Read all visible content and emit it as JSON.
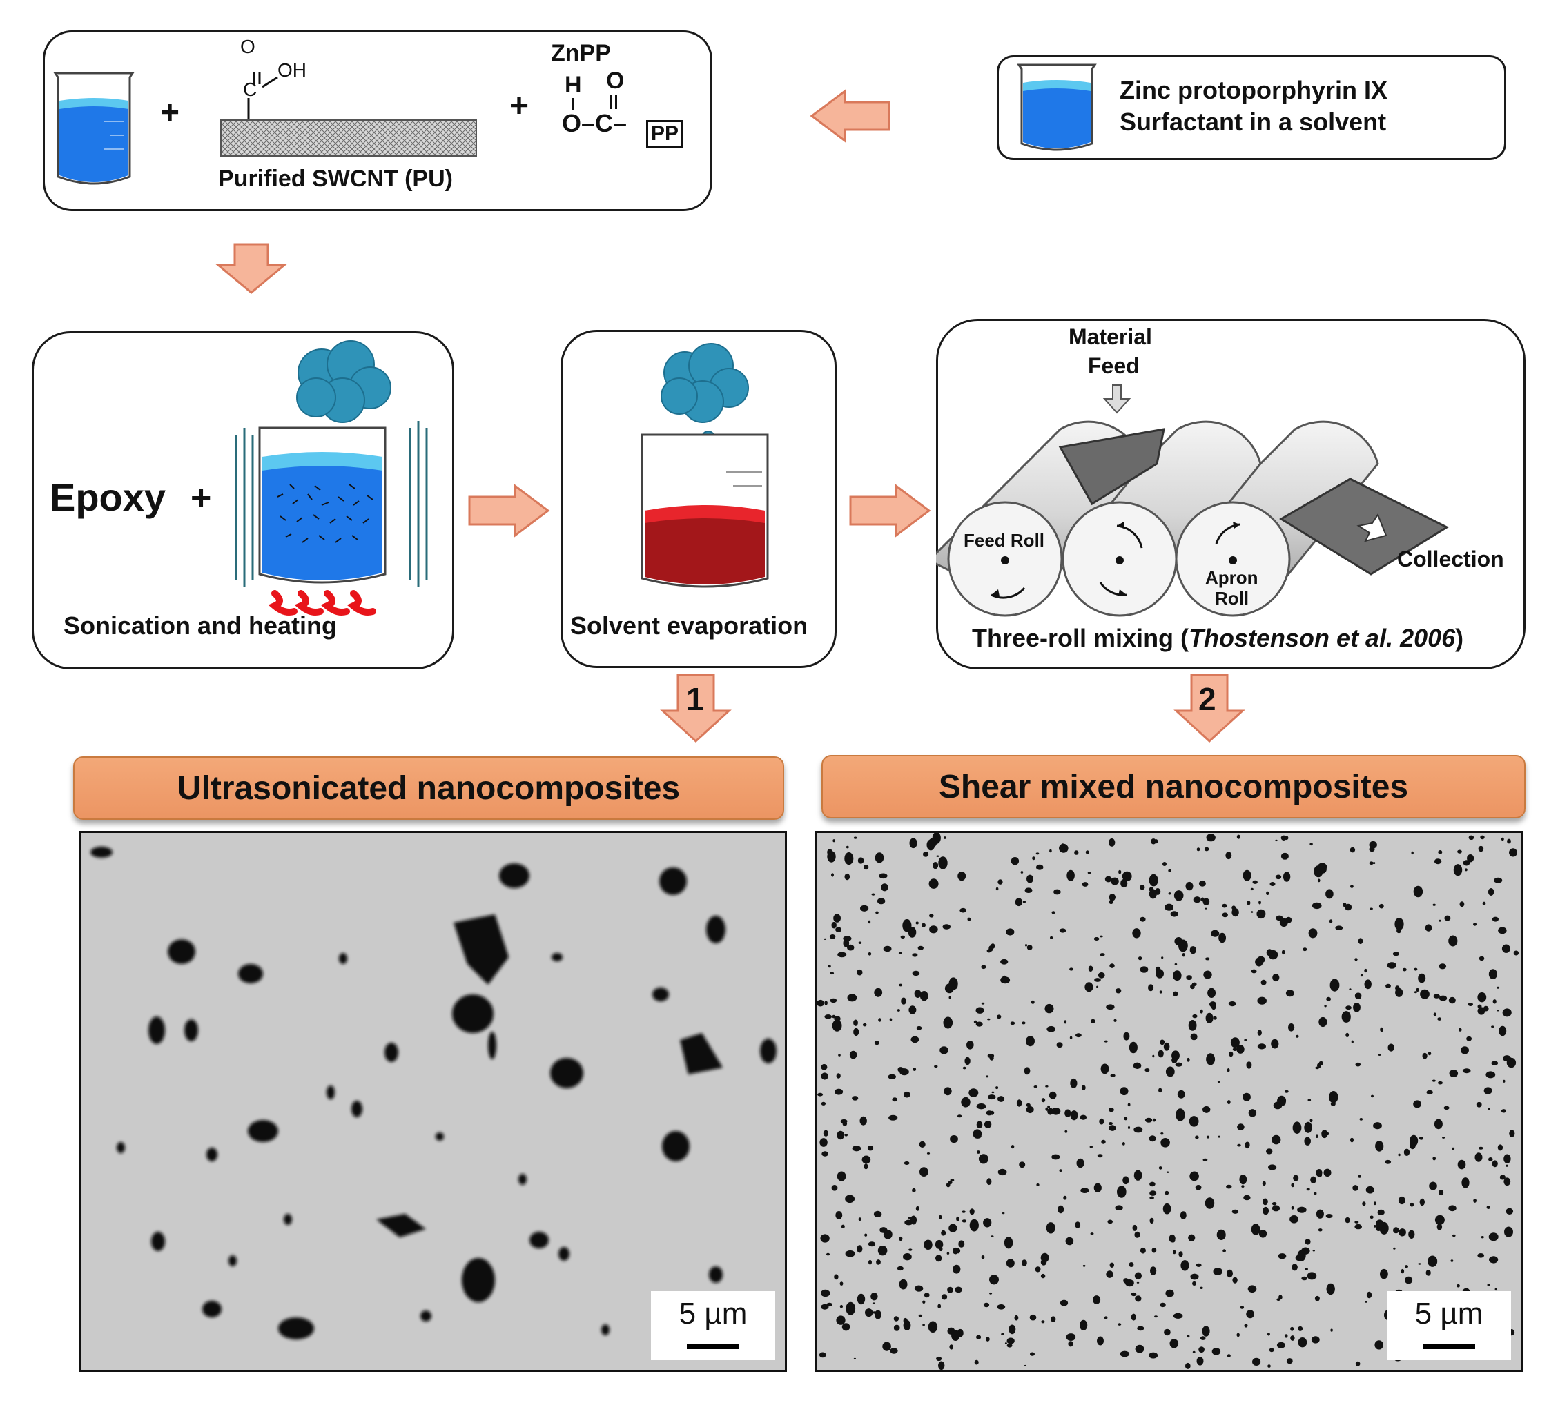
{
  "top_box": {
    "plus": "+",
    "carbonyl_o": "O",
    "carbonyl_oh": "OH",
    "carbonyl_c": "C",
    "swcnt_label": "Purified SWCNT (PU)",
    "znpp_label": "ZnPP",
    "znpp_h": "H",
    "znpp_o_top": "O",
    "znpp_oc": "O–C–",
    "znpp_pp": "PP"
  },
  "surfactant_box": {
    "line1": "Zinc protoporphyrin IX",
    "line2": "Surfactant in a solvent"
  },
  "sonication": {
    "epoxy": "Epoxy",
    "plus": "+",
    "caption": "Sonication and heating"
  },
  "evaporation": {
    "caption": "Solvent evaporation"
  },
  "three_roll": {
    "feed_line1": "Material",
    "feed_line2": "Feed",
    "feed_roll": "Feed Roll",
    "apron_line1": "Apron",
    "apron_line2": "Roll",
    "collection": "Collection",
    "caption_prefix": "Three-roll mixing (",
    "caption_cite": "Thostenson et al. 2006",
    "caption_suffix": ")"
  },
  "route1": {
    "number": "1",
    "title": "Ultrasonicated nanocomposites",
    "scale": "5 µm"
  },
  "route2": {
    "number": "2",
    "title": "Shear mixed nanocomposites",
    "scale": "5 µm"
  },
  "colors": {
    "arrow_fill": "#f6b59a",
    "arrow_stroke": "#d9795b",
    "liquid_blue": "#1f78e8",
    "mixture_red": "#a3171a",
    "cloud": "#2f93b8",
    "banner": "#ef9a66"
  }
}
